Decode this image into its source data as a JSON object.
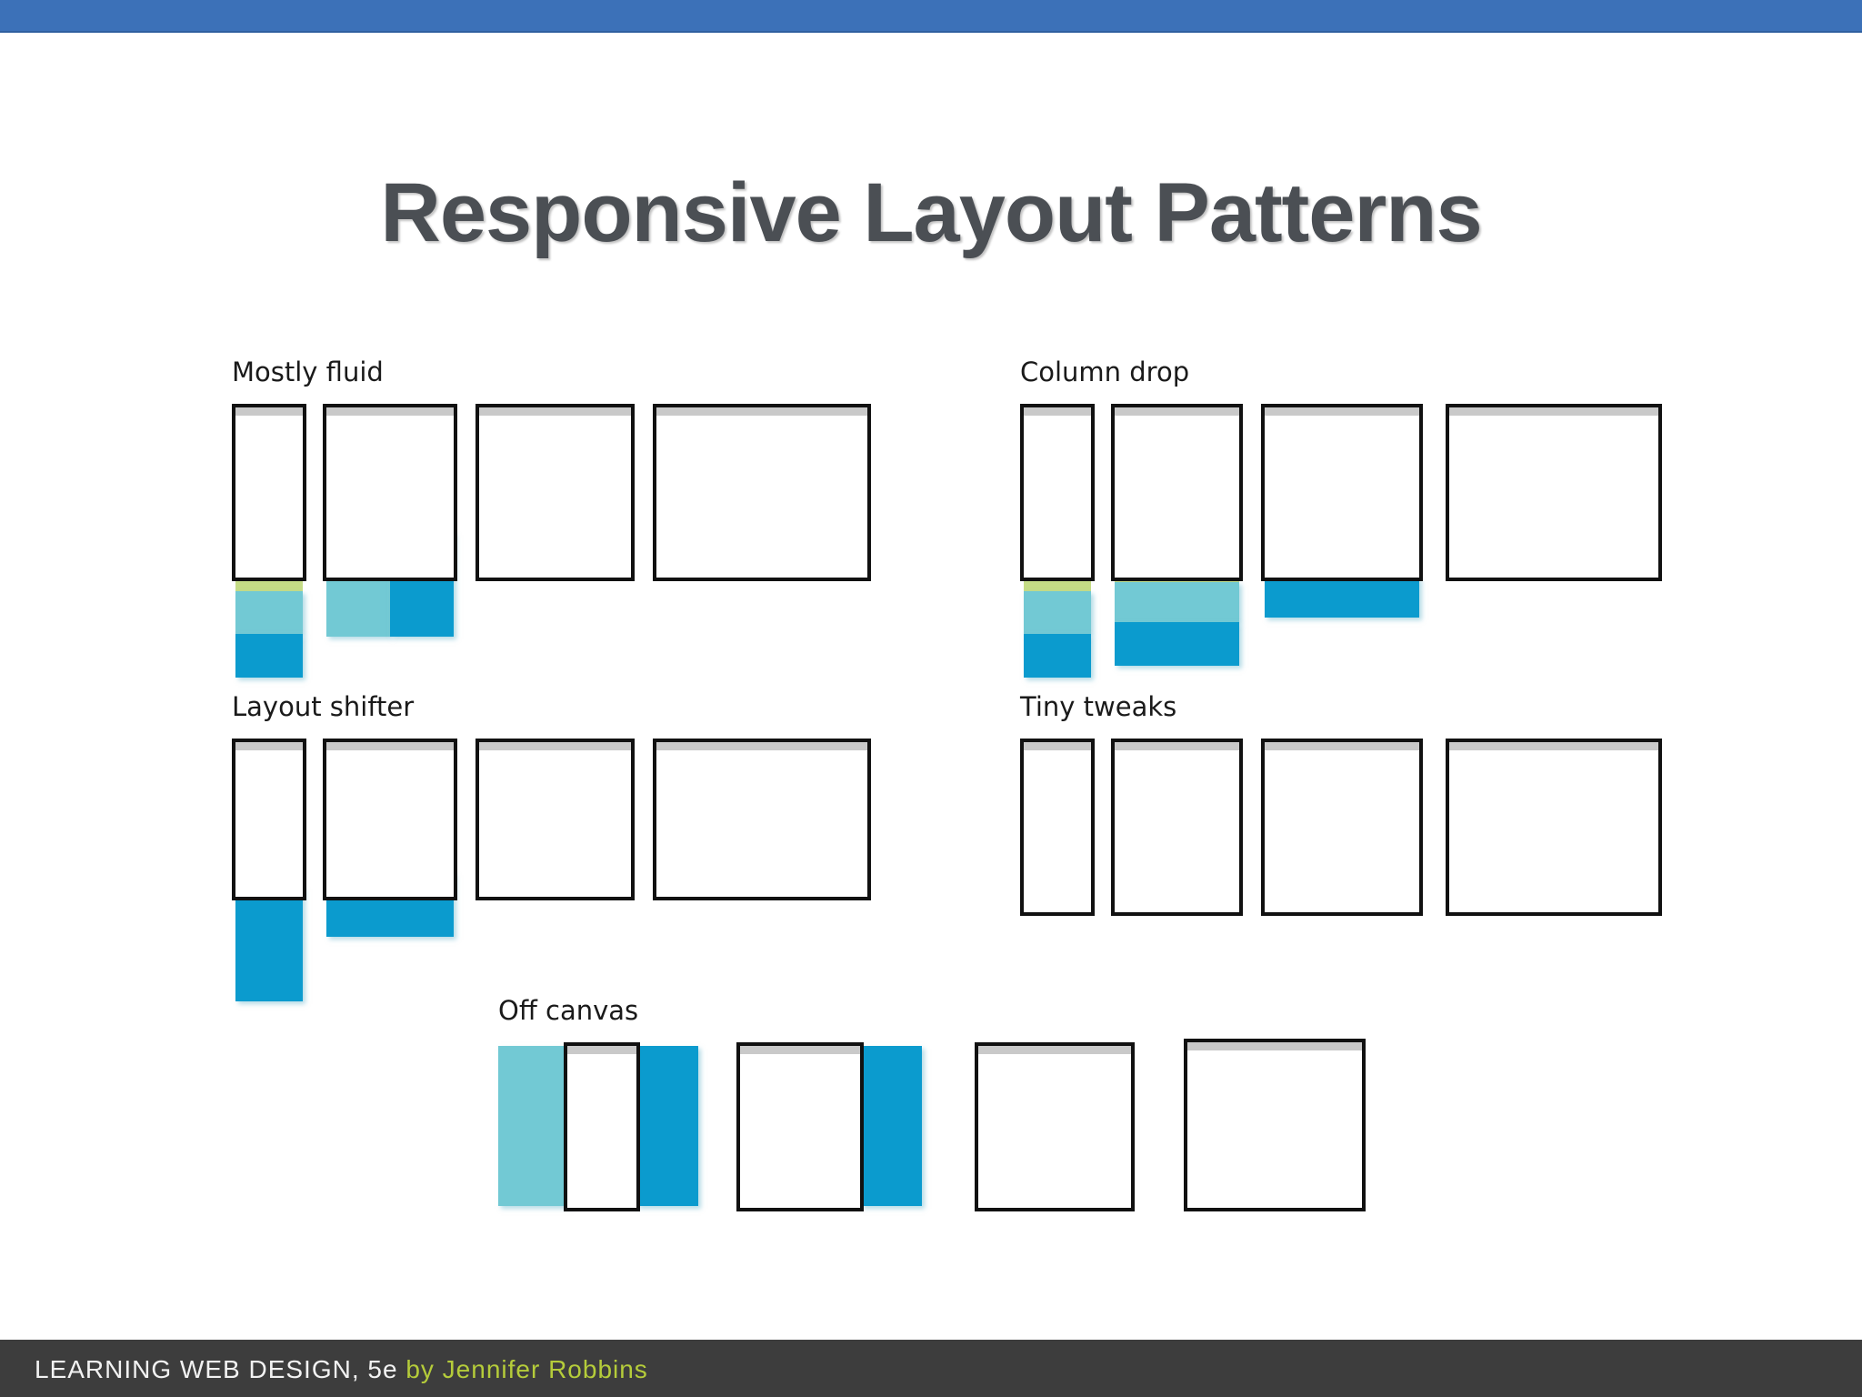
{
  "slide": {
    "title": "Responsive Layout Patterns",
    "title_color": "#4b4f54",
    "background": "#ffffff"
  },
  "top_bar": {
    "color": "#3c71b8"
  },
  "palette": {
    "green": "#c5dc86",
    "teal": "#72c9d4",
    "blue": "#0b9bce",
    "frame": "#111111",
    "chrome": "#c9c9c9"
  },
  "patterns": [
    {
      "id": "mostly-fluid",
      "label": "Mostly fluid"
    },
    {
      "id": "column-drop",
      "label": "Column drop"
    },
    {
      "id": "layout-shifter",
      "label": "Layout shifter"
    },
    {
      "id": "tiny-tweaks",
      "label": "Tiny tweaks"
    },
    {
      "id": "off-canvas",
      "label": "Off canvas"
    }
  ],
  "footer": {
    "title": "LEARNING WEB DESIGN, 5e",
    "author": "by Jennifer Robbins",
    "background": "#3d3d3d",
    "author_color": "#b5cc3a"
  }
}
